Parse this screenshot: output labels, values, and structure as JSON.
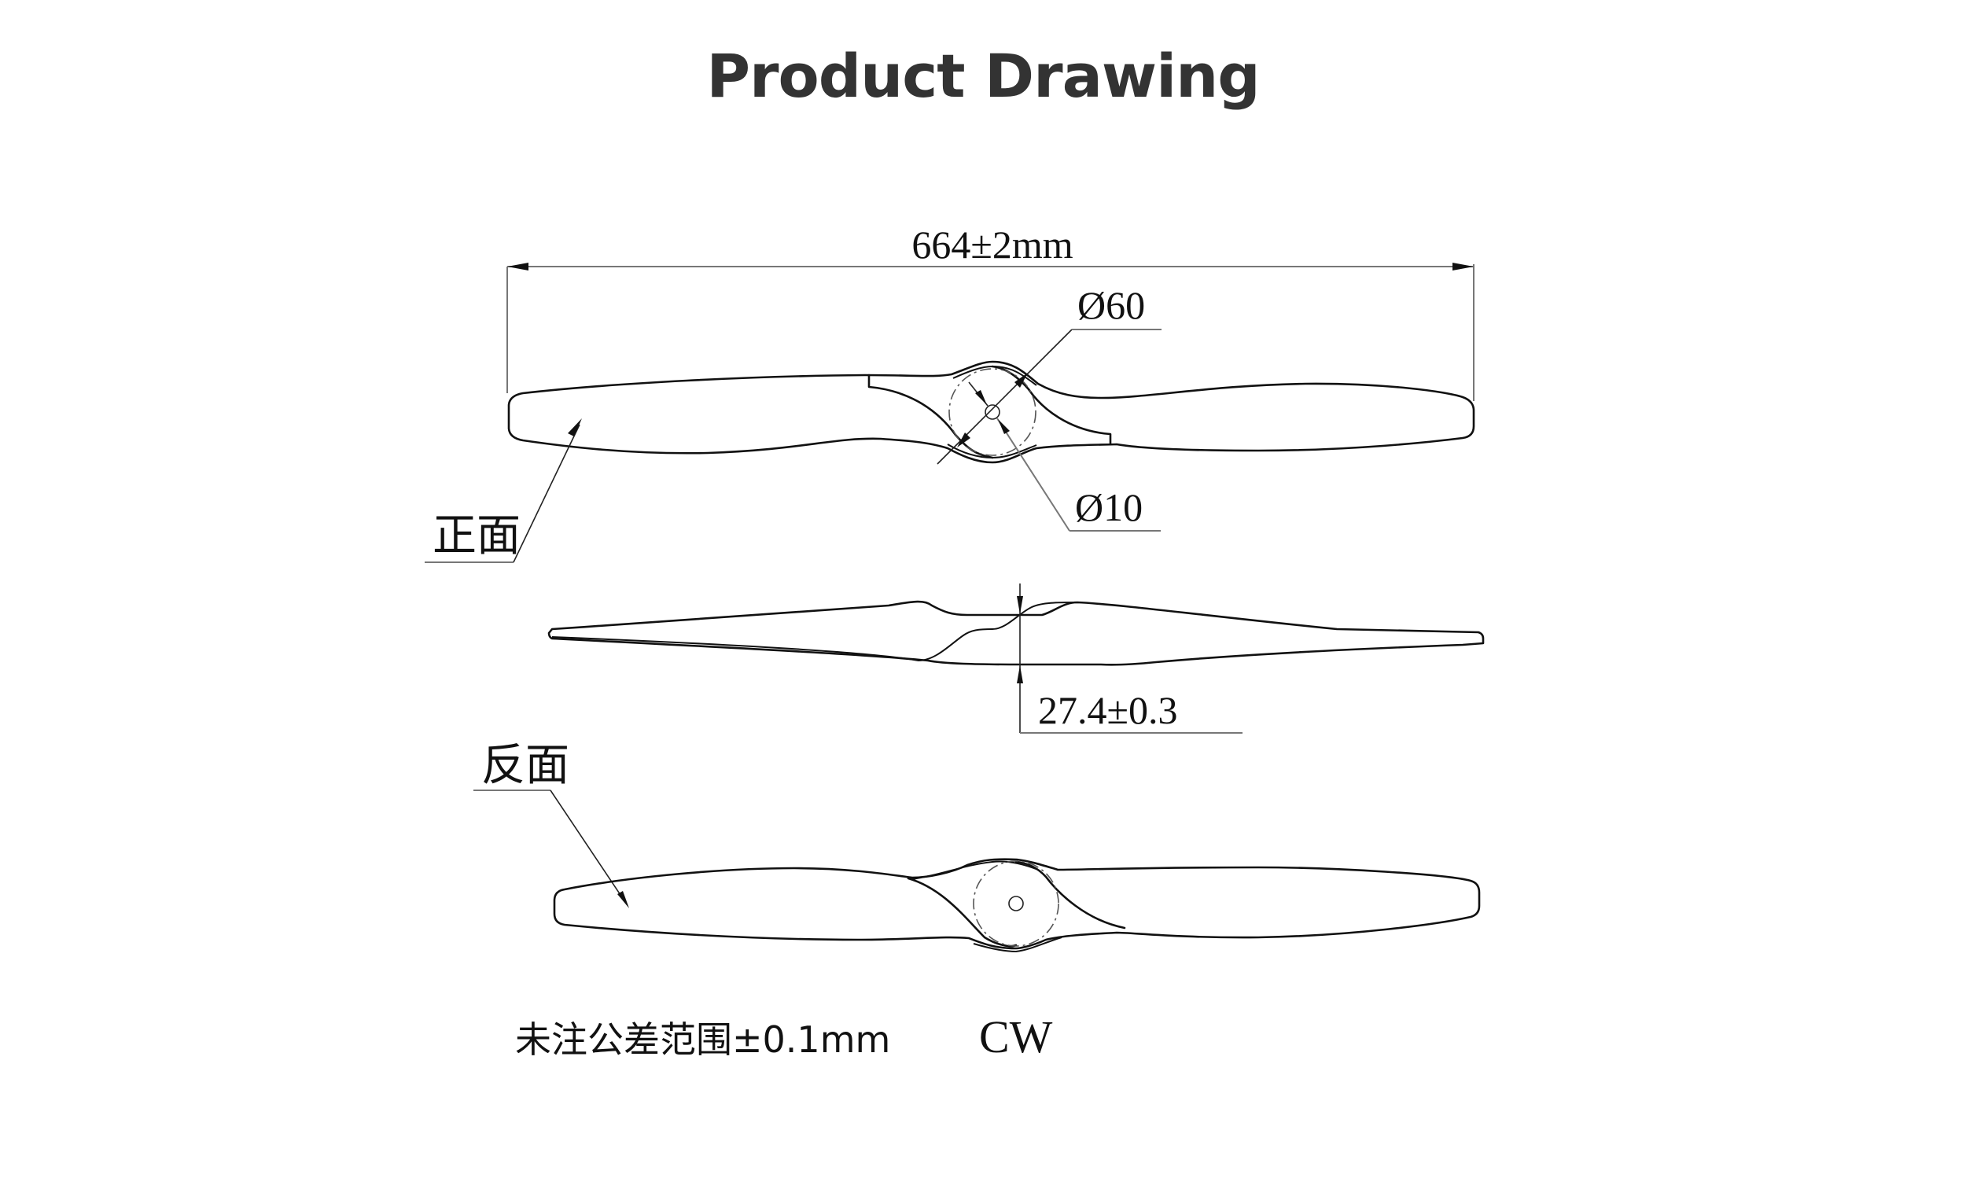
{
  "header": {
    "title": "Product Drawing"
  },
  "drawing": {
    "colors": {
      "line": "#111111",
      "dimension_line": "#777777",
      "title": "#333333",
      "background": "#ffffff"
    },
    "views": {
      "front": {
        "label": "正面",
        "dimensions": {
          "overall_length": "664±2mm",
          "hub_diameter": "Ø60",
          "shaft_hole_diameter": "Ø10"
        }
      },
      "side": {
        "dimensions": {
          "hub_thickness": "27.4±0.3"
        }
      },
      "back": {
        "label": "反面"
      }
    },
    "notes": {
      "tolerance": "未注公差范围±0.1mm",
      "rotation_direction": "CW"
    }
  }
}
